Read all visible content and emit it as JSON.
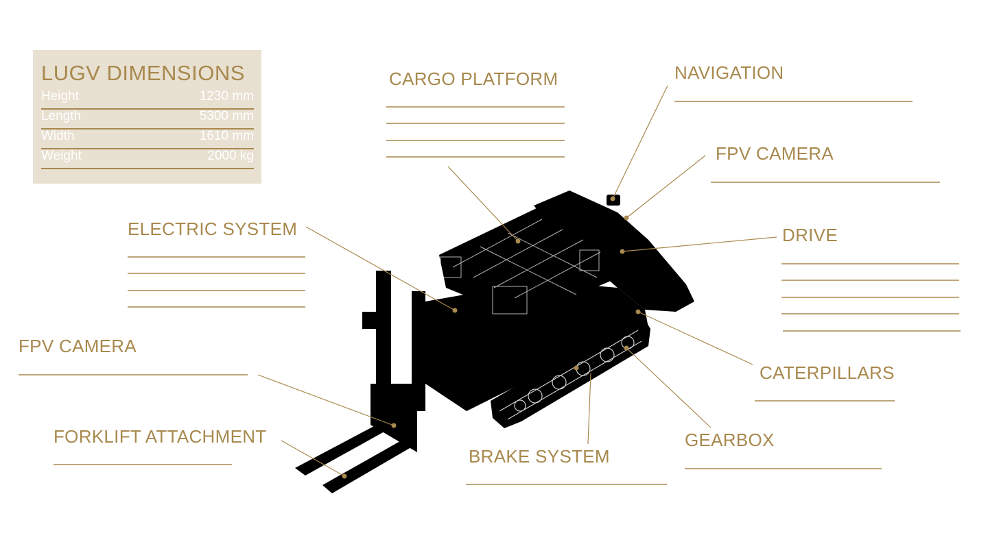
{
  "colors": {
    "accent": "#a8894e",
    "panel": "#e8e0d1",
    "vehicle": "#000000",
    "background": "#ffffff"
  },
  "dimensions": {
    "title": "LUGV DIMENSIONS",
    "rows": [
      {
        "label": "Height",
        "value": "1230 mm"
      },
      {
        "label": "Length",
        "value": "5300 mm"
      },
      {
        "label": "Width",
        "value": "1610 mm"
      },
      {
        "label": "Weight",
        "value": "2000 kg"
      }
    ]
  },
  "callouts": {
    "cargo_platform": "CARGO PLATFORM",
    "navigation": "NAVIGATION",
    "fpv_camera_rear": "FPV CAMERA",
    "drive": "DRIVE",
    "electric_system": "ELECTRIC SYSTEM",
    "fpv_camera_front": "FPV CAMERA",
    "caterpillars": "CATERPILLARS",
    "forklift_attachment": "FORKLIFT ATTACHMENT",
    "gearbox": "GEARBOX",
    "brake_system": "BRAKE SYSTEM"
  }
}
